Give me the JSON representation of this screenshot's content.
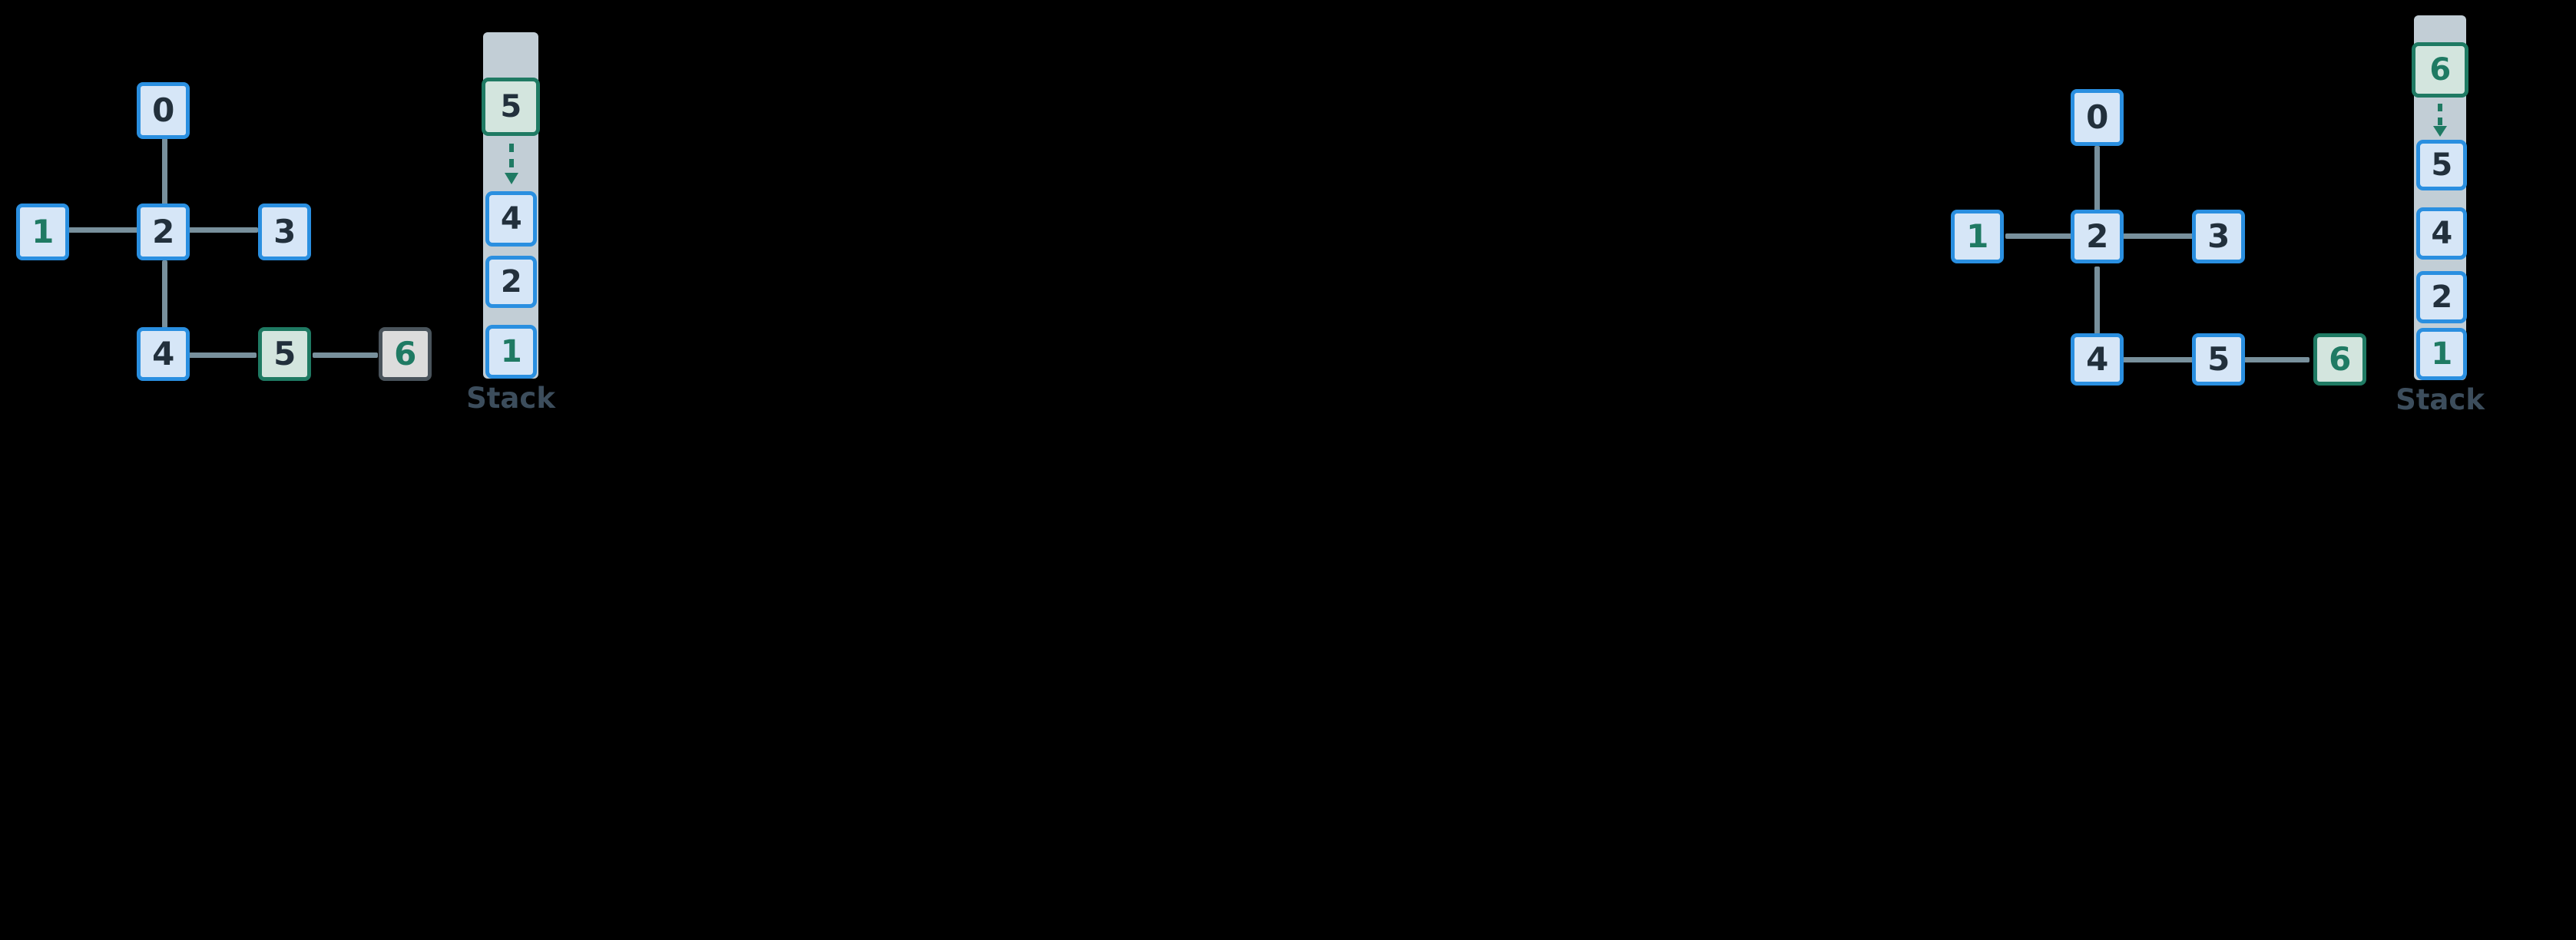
{
  "theme": {
    "background": "#000000",
    "node_blue_fill": "#d6e6f7",
    "node_blue_border": "#2a8fe0",
    "node_green_fill": "#d3e5de",
    "node_green_border": "#1f7a63",
    "node_grey_fill": "#dcdcdc",
    "node_grey_border": "#4a545c",
    "text_dark": "#22303c",
    "text_green": "#1f7a63",
    "edge_color": "#78909c",
    "stack_track": "#c2ced6",
    "stack_label_color": "#3c4d5c"
  },
  "panels": [
    {
      "id": "left",
      "graph": {
        "nodes": [
          {
            "label": "0",
            "state": "visited",
            "text_color": "dark"
          },
          {
            "label": "1",
            "state": "visited",
            "text_color": "green"
          },
          {
            "label": "2",
            "state": "visited",
            "text_color": "dark"
          },
          {
            "label": "3",
            "state": "visited",
            "text_color": "dark"
          },
          {
            "label": "4",
            "state": "visited",
            "text_color": "dark"
          },
          {
            "label": "5",
            "state": "current",
            "text_color": "dark"
          },
          {
            "label": "6",
            "state": "unvisited",
            "text_color": "green"
          }
        ],
        "edges": [
          {
            "from": "0",
            "to": "2"
          },
          {
            "from": "1",
            "to": "2"
          },
          {
            "from": "2",
            "to": "3"
          },
          {
            "from": "2",
            "to": "4"
          },
          {
            "from": "4",
            "to": "5"
          },
          {
            "from": "5",
            "to": "6"
          }
        ]
      },
      "stack": {
        "label": "Stack",
        "moving_item": {
          "label": "5",
          "state": "green",
          "text_color": "dark"
        },
        "arrow_direction": "down",
        "items": [
          {
            "label": "4",
            "state": "blue",
            "text_color": "dark"
          },
          {
            "label": "2",
            "state": "blue",
            "text_color": "dark"
          },
          {
            "label": "1",
            "state": "blue",
            "text_color": "green"
          }
        ]
      }
    },
    {
      "id": "right",
      "graph": {
        "nodes": [
          {
            "label": "0",
            "state": "visited",
            "text_color": "dark"
          },
          {
            "label": "1",
            "state": "visited",
            "text_color": "green"
          },
          {
            "label": "2",
            "state": "visited",
            "text_color": "dark"
          },
          {
            "label": "3",
            "state": "visited",
            "text_color": "dark"
          },
          {
            "label": "4",
            "state": "visited",
            "text_color": "dark"
          },
          {
            "label": "5",
            "state": "visited",
            "text_color": "dark"
          },
          {
            "label": "6",
            "state": "current",
            "text_color": "green"
          }
        ],
        "edges": [
          {
            "from": "0",
            "to": "2"
          },
          {
            "from": "1",
            "to": "2"
          },
          {
            "from": "2",
            "to": "3"
          },
          {
            "from": "2",
            "to": "4"
          },
          {
            "from": "4",
            "to": "5"
          },
          {
            "from": "5",
            "to": "6"
          }
        ]
      },
      "stack": {
        "label": "Stack",
        "moving_item": {
          "label": "6",
          "state": "green",
          "text_color": "green"
        },
        "arrow_direction": "down",
        "items": [
          {
            "label": "5",
            "state": "blue",
            "text_color": "dark"
          },
          {
            "label": "4",
            "state": "blue",
            "text_color": "dark"
          },
          {
            "label": "2",
            "state": "blue",
            "text_color": "dark"
          },
          {
            "label": "1",
            "state": "blue",
            "text_color": "green"
          }
        ]
      }
    }
  ]
}
